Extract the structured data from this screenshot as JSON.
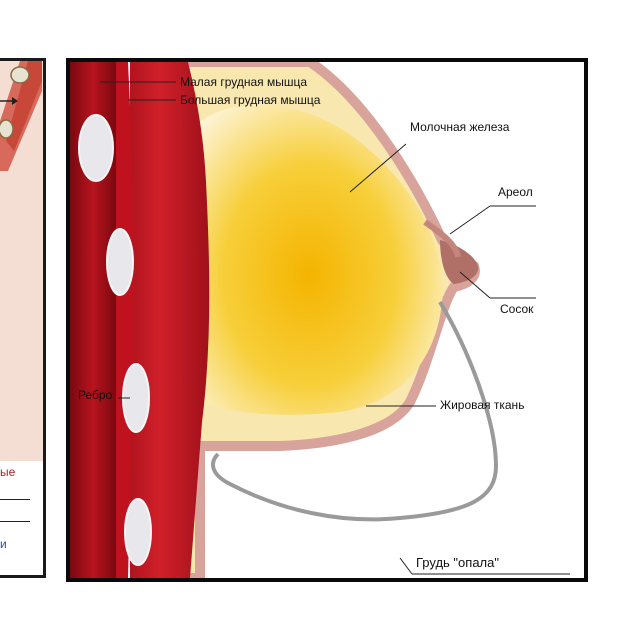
{
  "labels": {
    "minor_pectoral": "Малая грудная мышца",
    "major_pectoral": "Большая грудная мышца",
    "mammary_gland": "Молочная железа",
    "areola": "Ареол",
    "nipple": "Сосок",
    "rib": "Ребро",
    "fatty_tissue": "Жировая ткань",
    "sagging_breast": "Грудь \"опала\""
  },
  "left_panel_fragment": {
    "text_red": "ые",
    "text_blue": "и"
  },
  "colors": {
    "muscle": "#c0121e",
    "muscle_dark": "#8a0a12",
    "gland": "#f2c21a",
    "fat": "#f8e8b0",
    "skin": "#d7a39a",
    "outline_sagging": "#9a9a9a",
    "background_left": "#f4ddd2"
  }
}
